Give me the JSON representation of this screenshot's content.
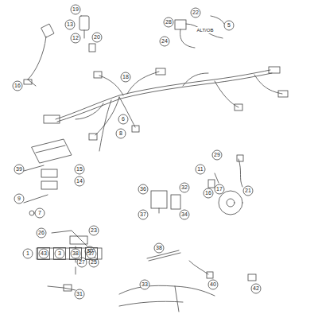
{
  "diagram": {
    "labels": [
      "19",
      "13",
      "12",
      "20",
      "22",
      "28",
      "24",
      "5",
      "ALT/OB",
      "16",
      "18",
      "6",
      "8",
      "15",
      "14",
      "39",
      "9",
      "7",
      "29",
      "11",
      "16",
      "17",
      "21",
      "36",
      "32",
      "37",
      "34",
      "26",
      "23",
      "30",
      "27",
      "25",
      "31",
      "38",
      "40",
      "42",
      "33",
      "1",
      "43",
      "3",
      "38",
      "37"
    ]
  }
}
